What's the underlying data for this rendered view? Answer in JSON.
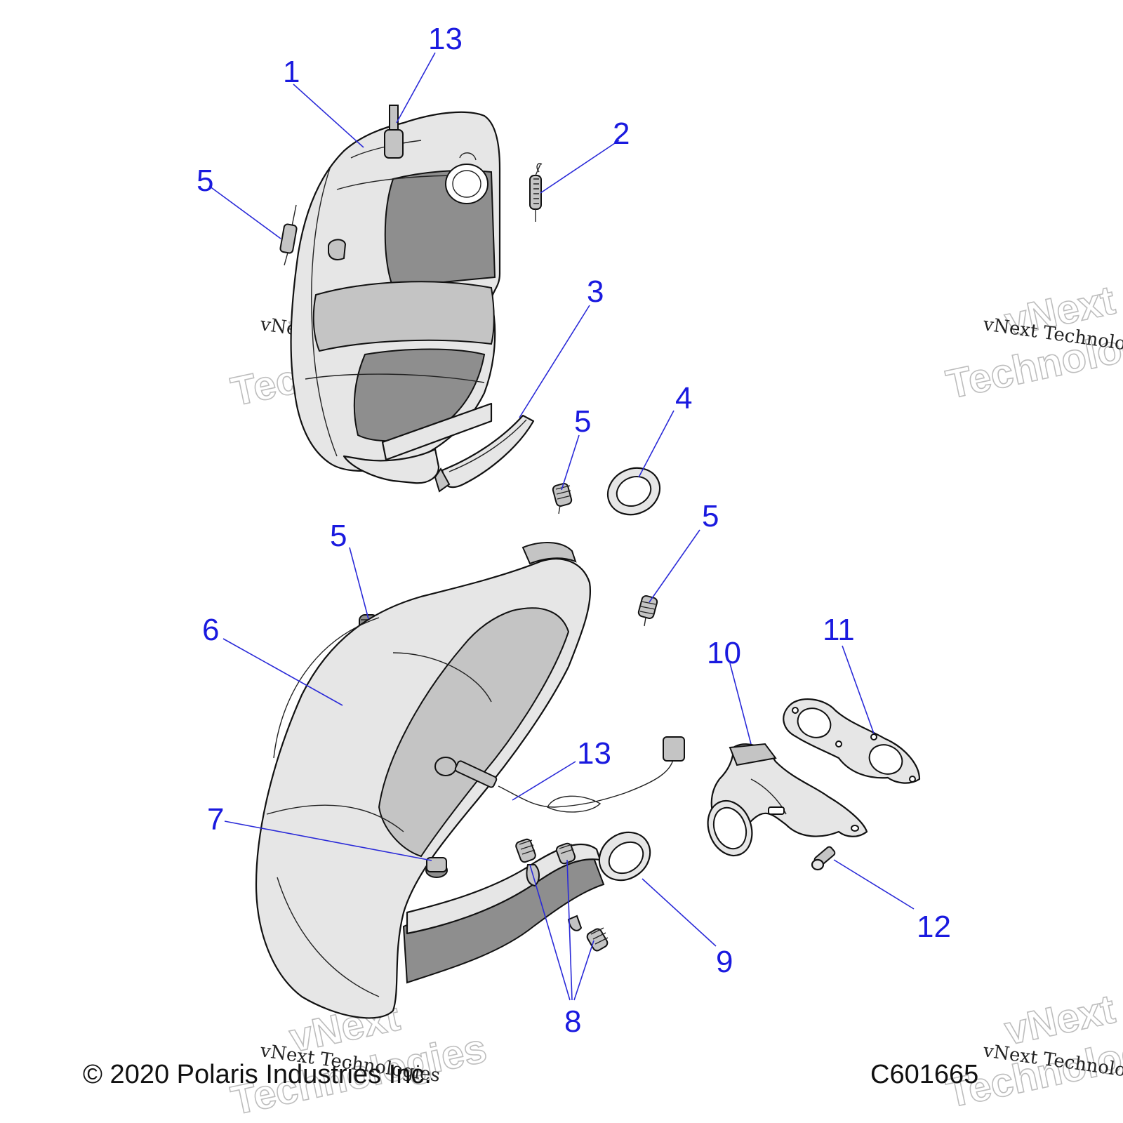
{
  "callouts": [
    {
      "label": "13"
    },
    {
      "label": "1"
    },
    {
      "label": "2"
    },
    {
      "label": "5"
    },
    {
      "label": "3"
    },
    {
      "label": "5"
    },
    {
      "label": "4"
    },
    {
      "label": "5"
    },
    {
      "label": "5"
    },
    {
      "label": "6"
    },
    {
      "label": "11"
    },
    {
      "label": "10"
    },
    {
      "label": "13"
    },
    {
      "label": "7"
    },
    {
      "label": "12"
    },
    {
      "label": "9"
    },
    {
      "label": "8"
    }
  ],
  "watermark": {
    "line_small": "vNext Technologies",
    "line_big_1": "vNext",
    "line_big_2": "Technologies"
  },
  "footer": {
    "copyright": "© 2020 Polaris Industries Inc.",
    "diagram_code": "C601665"
  },
  "colors": {
    "callout": "#1a1adf",
    "leader": "#2a2ad8",
    "part_fill": "#e6e6e6",
    "part_shade": "#8e8e8e"
  }
}
